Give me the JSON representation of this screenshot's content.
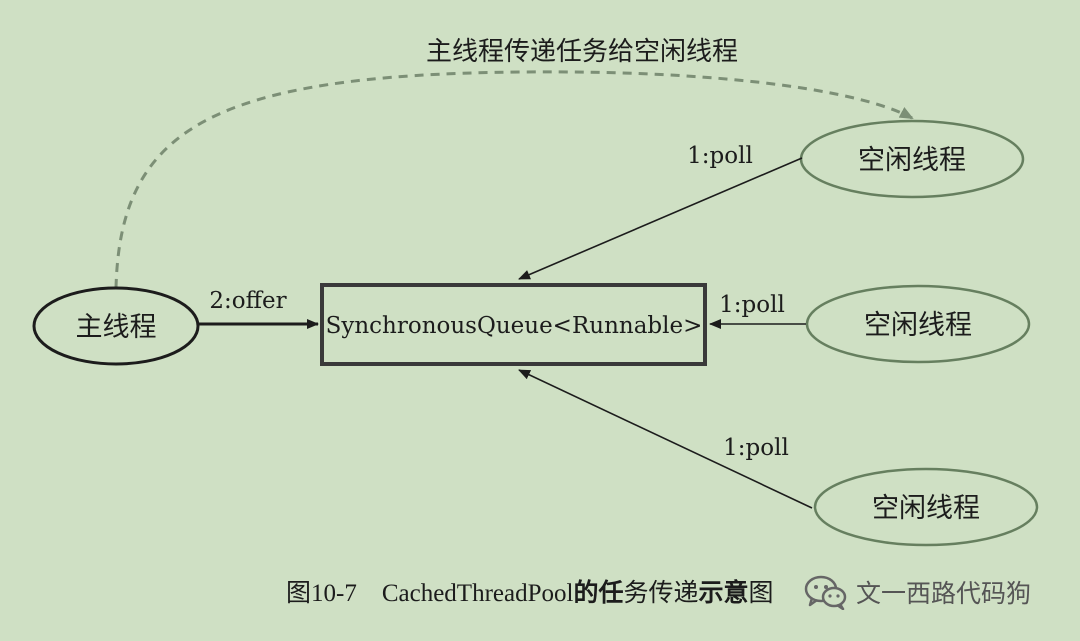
{
  "diagram": {
    "top_label": "主线程传递任务给空闲线程",
    "main_thread": "主线程",
    "queue": "SynchronousQueue<Runnable>",
    "offer_label": "2:offer",
    "idle_threads": [
      {
        "label": "空闲线程",
        "edge_label": "1:poll"
      },
      {
        "label": "空闲线程",
        "edge_label": "1:poll"
      },
      {
        "label": "空闲线程",
        "edge_label": "1:poll"
      }
    ]
  },
  "caption": {
    "figure": "图10-7",
    "class_name": "CachedThreadPool",
    "de": "的",
    "ren": "任",
    "wuchuandi": "务传递",
    "shiyi": "示意",
    "tu": "图"
  },
  "watermark": {
    "icon": "wechat-icon",
    "text": "文一西路代码狗"
  },
  "colors": {
    "background": "#cfe0c4",
    "stroke": "#1c1c1c",
    "dashed": "#7c8f76",
    "soft_outline": "#667f5f"
  }
}
